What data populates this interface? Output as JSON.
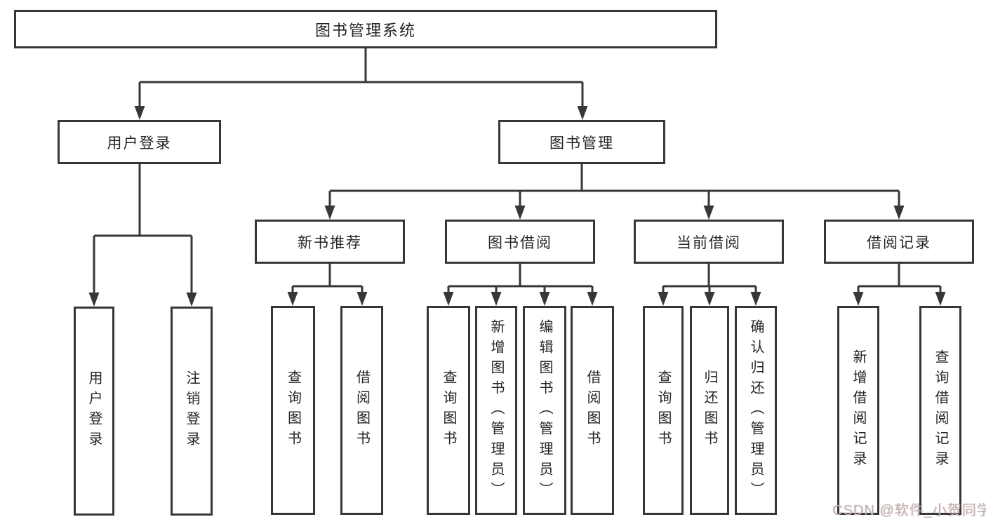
{
  "diagram": {
    "title": {
      "label": "图书管理系统"
    },
    "branches": [
      {
        "id": "user-login",
        "label": "用户登录"
      },
      {
        "id": "book-mgmt",
        "label": "图书管理"
      }
    ],
    "modules": [
      {
        "id": "new-books",
        "label": "新书推荐"
      },
      {
        "id": "book-borrow",
        "label": "图书借阅"
      },
      {
        "id": "current-borrow",
        "label": "当前借阅"
      },
      {
        "id": "borrow-records",
        "label": "借阅记录"
      }
    ],
    "leaf_nodes": [
      {
        "id": "user-login-leaf",
        "label": "用户登录"
      },
      {
        "id": "logout",
        "label": "注销登录"
      },
      {
        "id": "query-books-1",
        "label": "查询图书"
      },
      {
        "id": "borrow-books-1",
        "label": "借阅图书"
      },
      {
        "id": "query-books-2",
        "label": "查询图书"
      },
      {
        "id": "add-books-admin",
        "label": "新增图书（管理员）"
      },
      {
        "id": "edit-books-admin",
        "label": "编辑图书（管理员）"
      },
      {
        "id": "borrow-books-2",
        "label": "借阅图书"
      },
      {
        "id": "query-books-3",
        "label": "查询图书"
      },
      {
        "id": "return-books",
        "label": "归还图书"
      },
      {
        "id": "confirm-return-admin",
        "label": "确认归还（管理员）"
      },
      {
        "id": "add-borrow-record",
        "label": "新增借阅记录"
      },
      {
        "id": "query-borrow-record",
        "label": "查询借阅记录"
      }
    ]
  },
  "watermark": {
    "text": "CSDN @软件_小贺同学"
  },
  "colors": {
    "line": "#373737",
    "node_border": "#373737",
    "text": "#242424",
    "background": "#ffffff",
    "watermark": "#bcb6b6"
  }
}
